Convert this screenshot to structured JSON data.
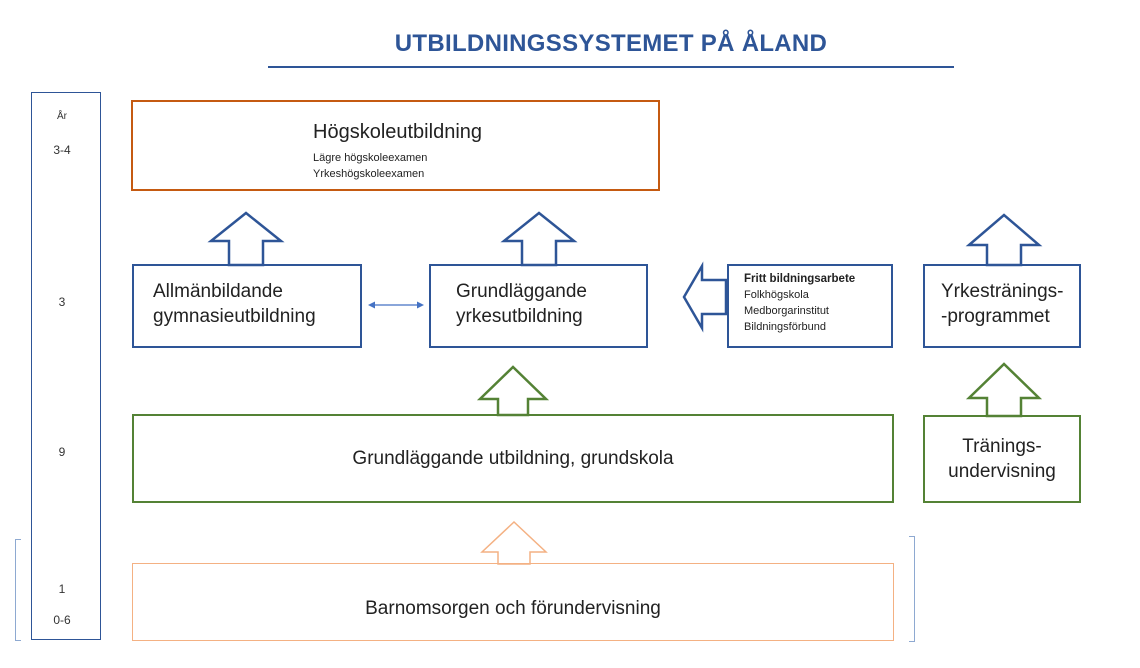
{
  "title": "UTBILDNINGSSYSTEMET PÅ ÅLAND",
  "years": {
    "header": "År",
    "higher": "3-4",
    "secondary": "3",
    "basic": "9",
    "preschool_year": "1",
    "childcare": "0-6"
  },
  "hogskola": {
    "title": "Högskoleutbildning",
    "items": [
      "Lägre högskoleexamen",
      "Yrkeshögskoleexamen"
    ]
  },
  "allman": {
    "line1": "Allmänbildande",
    "line2": "gymnasieutbildning"
  },
  "yrkes": {
    "line1": "Grundläggande",
    "line2": "yrkesutbildning"
  },
  "fritt": {
    "title": "Fritt bildningsarbete",
    "items": [
      "Folkhögskola",
      "Medborgarinstitut",
      "Bildningsförbund"
    ]
  },
  "yrkestraning": {
    "line1": "Yrkestränings-",
    "line2": "-programmet"
  },
  "grundskola": {
    "label": "Grundläggande utbildning, grundskola"
  },
  "traning": {
    "line1": "Tränings-",
    "line2": "undervisning"
  },
  "barnomsorg": {
    "label": "Barnomsorgen och förundervisning"
  },
  "colors": {
    "title_blue": "#2e5597",
    "higher_orange": "#c55a11",
    "secondary_blue": "#2e5597",
    "basic_green": "#548235",
    "preschool_peach": "#f4b183",
    "connector_blue": "#4472c4"
  }
}
